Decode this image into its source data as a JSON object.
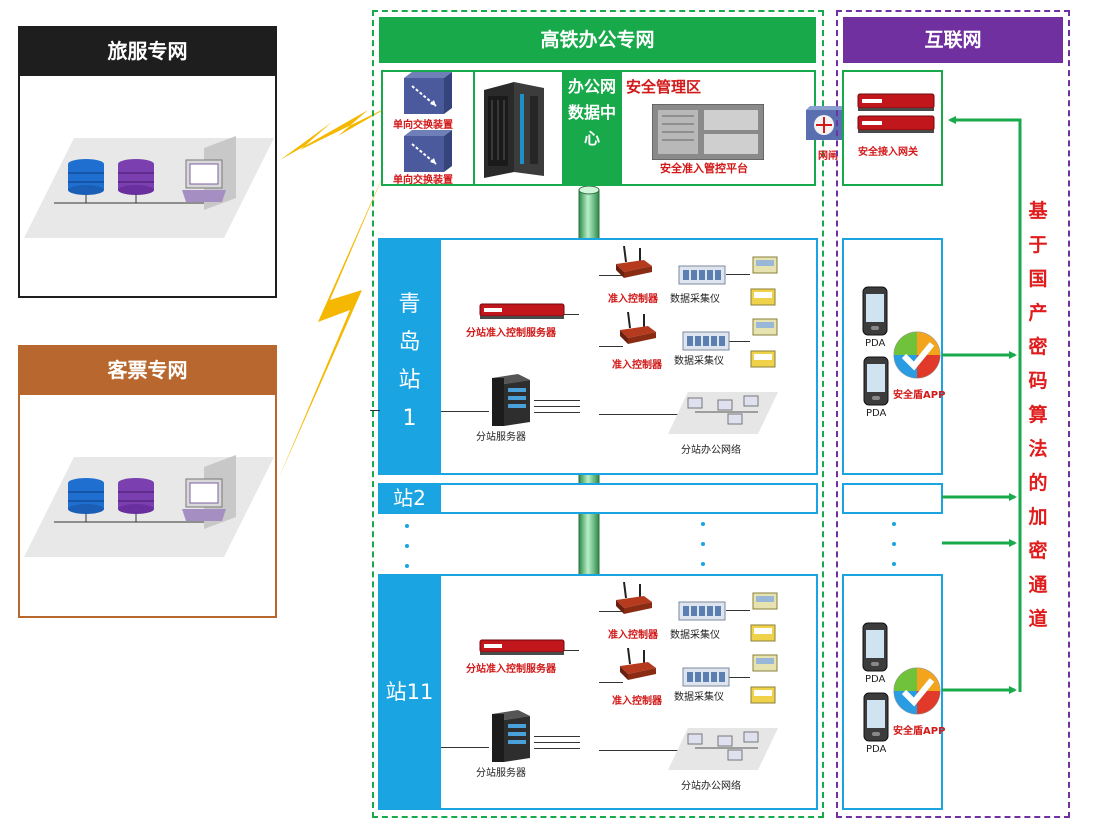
{
  "panels": {
    "travel": {
      "title": "旅服专网",
      "color": "#1e1e1e"
    },
    "ticket": {
      "title": "客票专网",
      "color": "#b8682e"
    }
  },
  "office": {
    "title": "高铁办公专网",
    "header_color": "#17a94a",
    "datacenter": {
      "switch1": "单向交换装置",
      "switch2": "单向交换装置",
      "dc_label": "办公网数据中心",
      "mgmt_zone": "安全管理区",
      "platform": "安全准入管控平台",
      "gate": "网闸"
    }
  },
  "internet": {
    "title": "互联网",
    "header_color": "#7030a0",
    "gateway": "安全接入网关"
  },
  "stations": {
    "s1": {
      "name_chars": [
        "青",
        "岛",
        "站",
        "1"
      ],
      "server_ctrl": "分站准入控制服务器",
      "server": "分站服务器",
      "controller1": "准入控制器",
      "collector1": "数据采集仪",
      "controller2": "准入控制器",
      "collector2": "数据采集仪",
      "office_net": "分站办公网络",
      "pda1": "PDA",
      "pda2": "PDA",
      "app": "安全盾APP"
    },
    "s2": {
      "name": "站2"
    },
    "s11": {
      "name": "站11",
      "server_ctrl": "分站准入控制服务器",
      "server": "分站服务器",
      "controller1": "准入控制器",
      "collector1": "数据采集仪",
      "controller2": "准入控制器",
      "collector2": "数据采集仪",
      "office_net": "分站办公网络",
      "pda1": "PDA",
      "pda2": "PDA",
      "app": "安全盾APP"
    }
  },
  "channel_text": [
    "基",
    "于",
    "国",
    "产",
    "密",
    "码",
    "算",
    "法",
    "的",
    "加",
    "密",
    "通",
    "道"
  ],
  "colors": {
    "blue": "#1aa4e2",
    "green": "#17a94a",
    "purple": "#7030a0",
    "red": "#e01c1c",
    "lightning": "#f5b800"
  }
}
